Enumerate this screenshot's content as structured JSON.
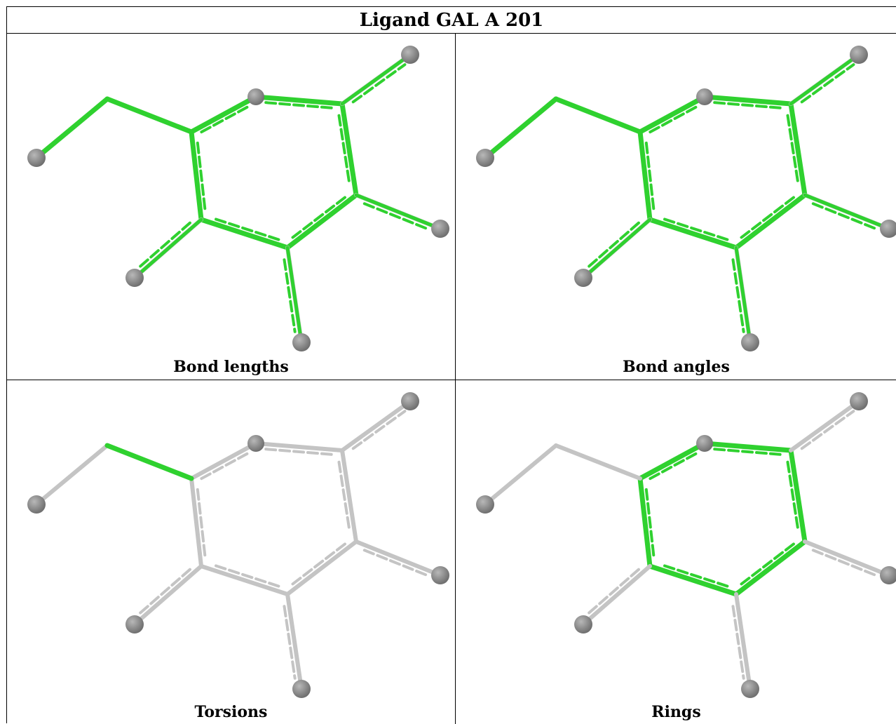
{
  "title": "Ligand GAL A 201",
  "panels": [
    {
      "caption": "Bond lengths",
      "highlight": "all"
    },
    {
      "caption": "Bond angles",
      "highlight": "all"
    },
    {
      "caption": "Torsions",
      "highlight": "torsion"
    },
    {
      "caption": "Rings",
      "highlight": "ring"
    }
  ],
  "colors": {
    "highlight": "#2fd12f",
    "bond": "#c4c4c4",
    "atom": "#6f6f6f",
    "border": "#000000"
  }
}
